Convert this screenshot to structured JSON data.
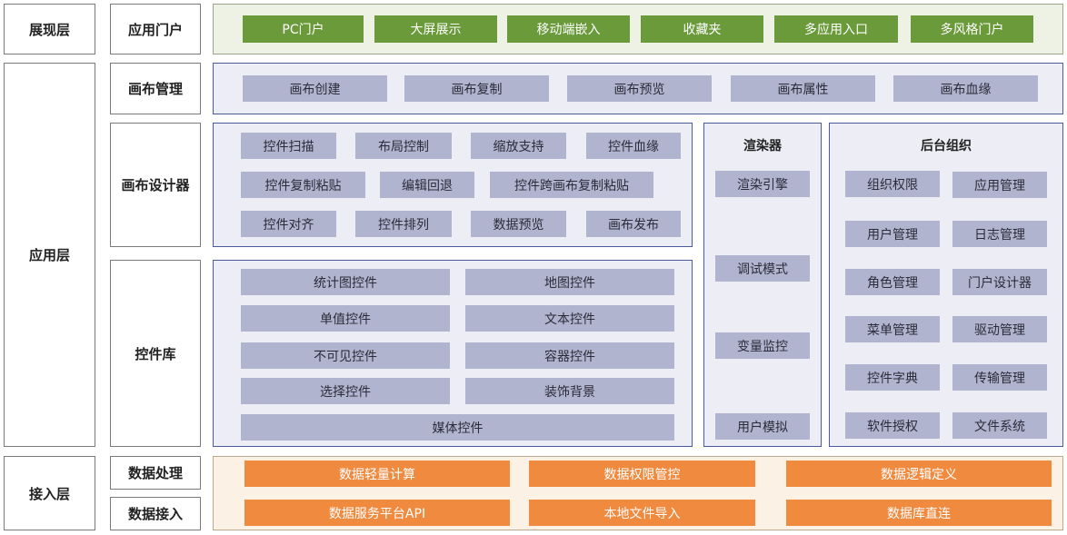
{
  "layers": {
    "presentation": "展现层",
    "application": "应用层",
    "access": "接入层"
  },
  "modules": {
    "portal": "应用门户",
    "canvas_mgmt": "画布管理",
    "canvas_designer": "画布设计器",
    "widget_lib": "控件库",
    "data_processing": "数据处理",
    "data_access": "数据接入"
  },
  "portal_items": [
    "PC门户",
    "大屏展示",
    "移动端嵌入",
    "收藏夹",
    "多应用入口",
    "多风格门户"
  ],
  "canvas_mgmt_items": [
    "画布创建",
    "画布复制",
    "画布预览",
    "画布属性",
    "画布血缘"
  ],
  "designer_items": {
    "row1": [
      "控件扫描",
      "布局控制",
      "缩放支持",
      "控件血缘"
    ],
    "row2": [
      "控件复制粘贴",
      "编辑回退",
      "控件跨画布复制粘贴"
    ],
    "row3": [
      "控件对齐",
      "控件排列",
      "数据预览",
      "画布发布"
    ]
  },
  "widget_items": {
    "left": [
      "统计图控件",
      "单值控件",
      "不可见控件",
      "选择控件"
    ],
    "right": [
      "地图控件",
      "文本控件",
      "容器控件",
      "装饰背景"
    ],
    "bottom": "媒体控件"
  },
  "renderer": {
    "title": "渲染器",
    "items": [
      "渲染引擎",
      "调试模式",
      "变量监控",
      "用户模拟"
    ]
  },
  "backend": {
    "title": "后台组织",
    "left": [
      "组织权限",
      "用户管理",
      "角色管理",
      "菜单管理",
      "控件字典",
      "软件授权"
    ],
    "right": [
      "应用管理",
      "日志管理",
      "门户设计器",
      "驱动管理",
      "传输管理",
      "文件系统"
    ]
  },
  "data_processing_items": [
    "数据轻量计算",
    "数据权限管控",
    "数据逻辑定义"
  ],
  "data_access_items": [
    "数据服务平台API",
    "本地文件导入",
    "数据库直连"
  ],
  "colors": {
    "green": "#6b9a3a",
    "blue_chip": "#b0b4cf",
    "blue_border": "#4a5a9a",
    "orange": "#ef8a3f"
  }
}
